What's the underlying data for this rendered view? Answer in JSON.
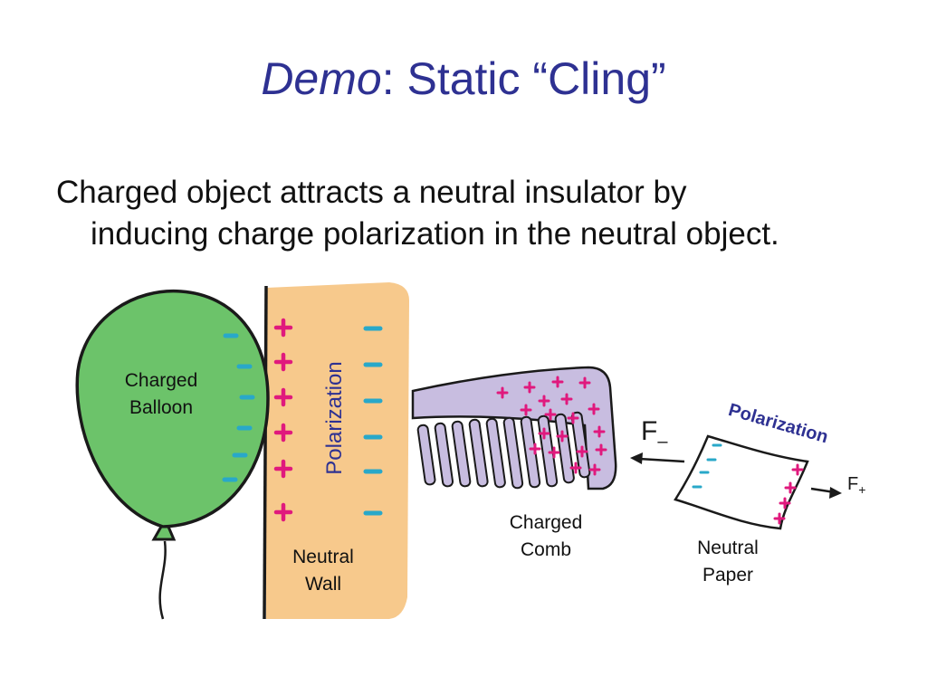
{
  "title": {
    "emphasis": "Demo",
    "rest": ": Static “Cling”"
  },
  "body": {
    "line1": "Charged object attracts a neutral insulator by",
    "line2": "inducing charge polarization in the neutral object."
  },
  "diagram": {
    "balloon_label_1": "Charged",
    "balloon_label_2": "Balloon",
    "wall_label_1": "Neutral",
    "wall_label_2": "Wall",
    "wall_polarization": "Polarization",
    "comb_label_1": "Charged",
    "comb_label_2": "Comb",
    "paper_label_1": "Neutral",
    "paper_label_2": "Paper",
    "paper_polarization": "Polarization",
    "force_minus": "F",
    "force_minus_sub": "–",
    "force_plus": "F",
    "force_plus_sub": "+"
  },
  "colors": {
    "title": "#2e3192",
    "balloon": "#6cc36a",
    "wall": "#f7c98c",
    "comb": "#c8bde0",
    "plus": "#e0197d",
    "minus": "#29a8c9",
    "polarization": "#2e3192"
  }
}
